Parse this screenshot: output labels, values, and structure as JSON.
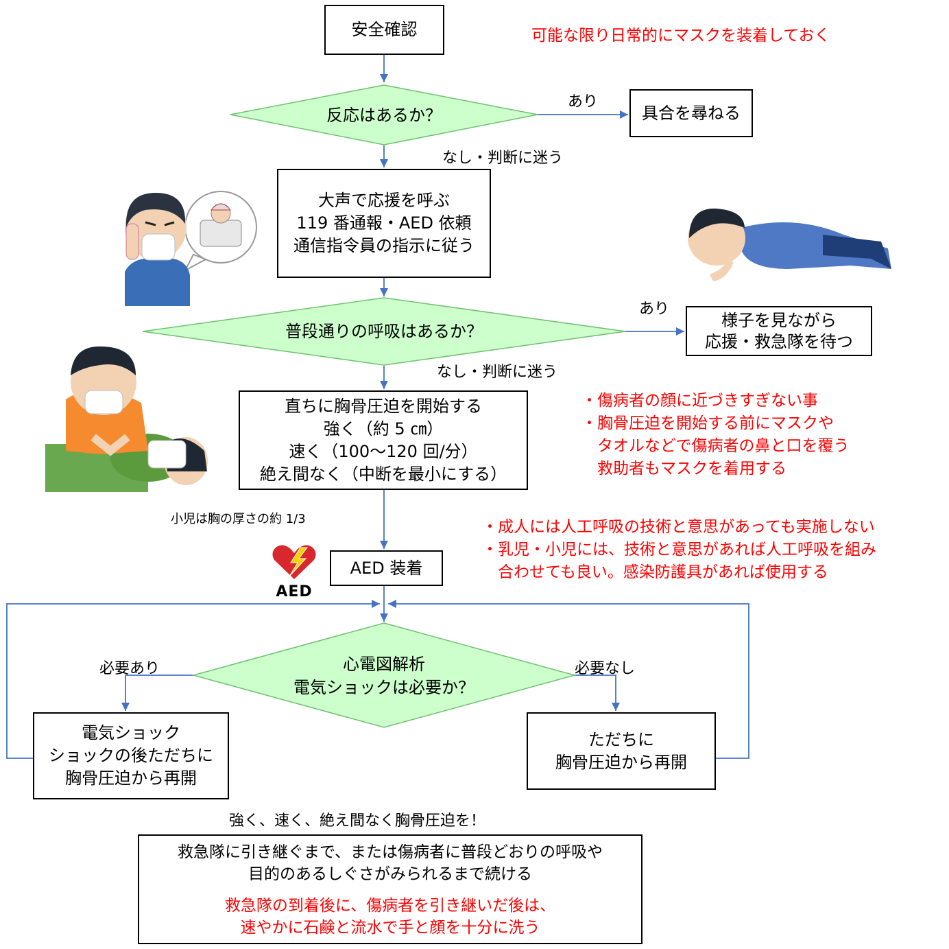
{
  "top_note": "可能な限り日常的にマスクを装着しておく",
  "safety_check": "安全確認",
  "q_response": "反応はあるか？",
  "yes_label_1": "あり",
  "ask_condition": "具合を尋ねる",
  "no_or_unsure_1": "なし・判断に迷う",
  "call_help": [
    "大声で応援を呼ぶ",
    "119 番通報・AED 依頼",
    "通信指令員の指示に従う"
  ],
  "q_breathing": "普段通りの呼吸はあるか？",
  "yes_label_2": "あり",
  "observe": [
    "様子を見ながら",
    "応援・救急隊を待つ"
  ],
  "no_or_unsure_2": "なし・判断に迷う",
  "compressions": [
    "直ちに胸骨圧迫を開始する",
    "強く（約 5 ㎝）",
    "速く（100〜120 回/分）",
    "絶え間なく（中断を最小にする）"
  ],
  "infection_notes": [
    "・傷病者の顔に近づきすぎない事",
    "・胸骨圧迫を開始する前にマスクや",
    "　タオルなどで傷病者の鼻と口を覆う",
    "　救助者もマスクを着用する"
  ],
  "child_note": "小児は胸の厚さの約 1/3",
  "ventilation_notes": [
    "・成人には人工呼吸の技術と意思があっても実施しない",
    "・乳児・小児には、技術と意思があれば人工呼吸を組み",
    "　合わせても良い。感染防護具があれば使用する"
  ],
  "aed_attach": "AED 装着",
  "aed_logo_text": "AED",
  "q_ecg": [
    "心電図解析",
    "電気ショックは必要か？"
  ],
  "shock_needed": "必要あり",
  "shock_not_needed": "必要なし",
  "shock_box": [
    "電気ショック",
    "ショックの後ただちに",
    "胸骨圧迫から再開"
  ],
  "resume_box": [
    "ただちに",
    "胸骨圧迫から再開"
  ],
  "slogan": "強く、速く、絶え間なく胸骨圧迫を！",
  "final_box": [
    "救急隊に引き継ぐまで、または傷病者に普段どおりの呼吸や",
    "目的のあるしぐさがみられるまで続ける"
  ],
  "final_red": [
    "救急隊の到着後に、傷病者を引き継いだ後は、",
    "速やかに石鹸と流水で手と顔を十分に洗う"
  ],
  "colors": {
    "diamond_fill": "#ccffcc",
    "diamond_stroke": "#6fc06f",
    "arrow": "#4472c4",
    "warning": "#ff0000"
  }
}
